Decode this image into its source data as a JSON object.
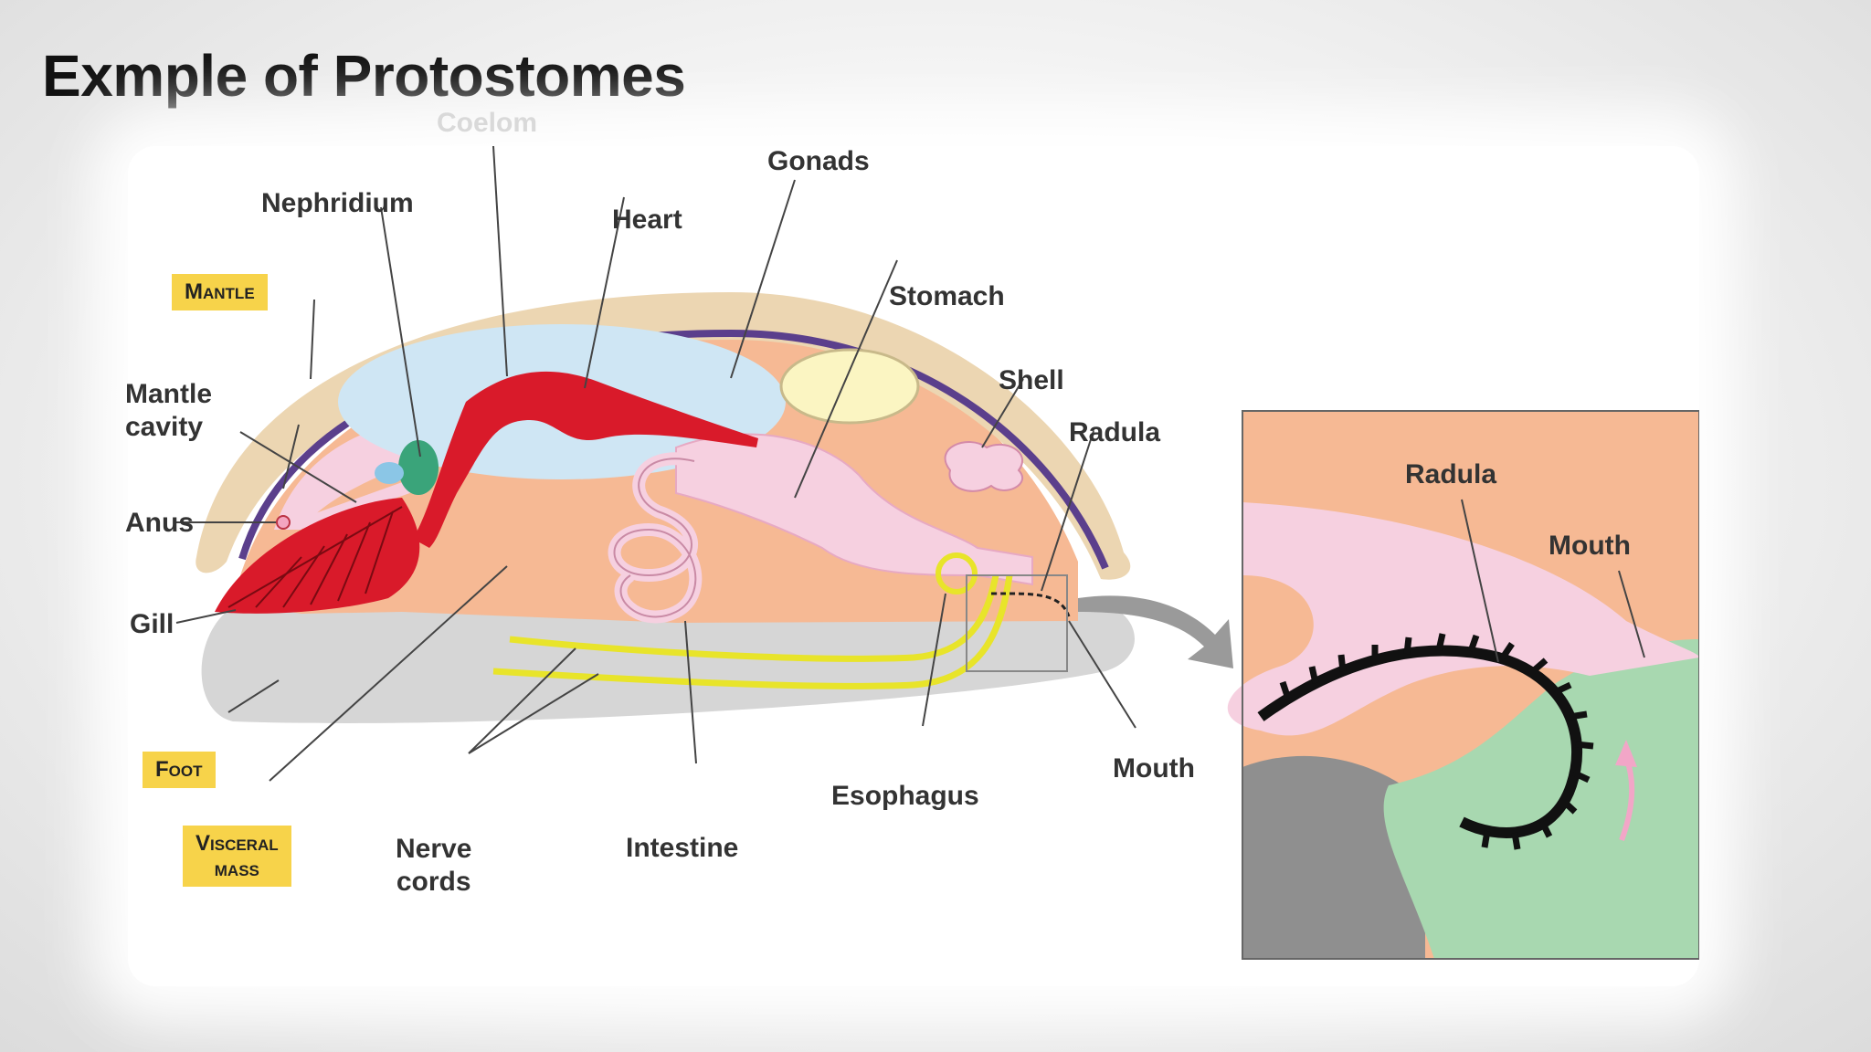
{
  "slide": {
    "title": "Exmple of Protostomes"
  },
  "diagram": {
    "labels": {
      "coelom": "Coelom",
      "nephridium": "Nephridium",
      "heart": "Heart",
      "gonads": "Gonads",
      "stomach": "Stomach",
      "shell": "Shell",
      "radula": "Radula",
      "mantle_cavity": "Mantle\ncavity",
      "anus": "Anus",
      "gill": "Gill",
      "mouth": "Mouth",
      "esophagus": "Esophagus",
      "intestine": "Intestine",
      "nerve_cords": "Nerve\ncords"
    },
    "highlighted_labels": {
      "mantle": "Mantle",
      "foot": "Foot",
      "visceral_mass": "Visceral\nmass"
    },
    "inset_labels": {
      "radula": "Radula",
      "mouth": "Mouth"
    },
    "colors": {
      "shell": "#ecd6b2",
      "mantle": "#5b3f8c",
      "visceral_mass": "#f6b994",
      "foot": "#d6d6d6",
      "coelom": "#cfe6f4",
      "digestive": "#f6d0e0",
      "heart": "#d91a2a",
      "nerve": "#e8e42a",
      "gonads": "#fbf5c2",
      "highlight_tag": "#f7d34a",
      "inset_tongue": "#a8d8b0"
    }
  }
}
